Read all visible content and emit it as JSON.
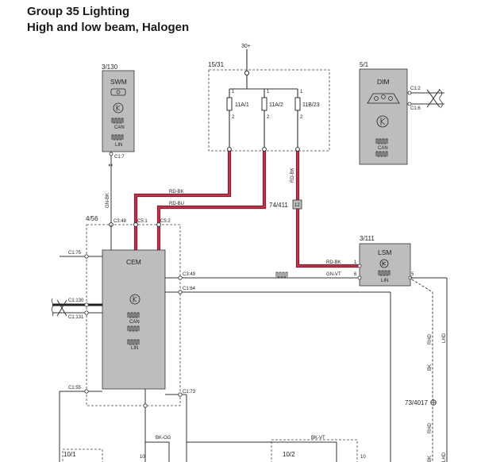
{
  "header": {
    "title": "Group 35 Lighting",
    "subtitle": "High and low beam, Halogen"
  },
  "colors": {
    "wire_power": "#c4314b",
    "wire_power_outline": "#6b1422",
    "wire_signal": "#333333",
    "module_fill": "#bdbdbd",
    "dashed": "#444444"
  },
  "diagram": {
    "supply": {
      "label": "30+"
    },
    "fuse_box": {
      "ref": "15/31",
      "fuses": [
        {
          "label": "11A/1",
          "pin_top": "1",
          "pin_bottom": "2"
        },
        {
          "label": "11A/2",
          "pin_top": "1",
          "pin_bottom": "2"
        },
        {
          "label": "11B/23",
          "pin_top": "1",
          "pin_bottom": "2"
        }
      ]
    },
    "swm": {
      "ref": "3/130",
      "name": "SWM",
      "connector": "C1:7",
      "wire": "GN-BK",
      "can": "CAN",
      "lin": "LIN"
    },
    "dim": {
      "ref": "5/1",
      "name": "DIM",
      "conn_top": "C1:2",
      "conn_bottom": "C1:6",
      "can": "CAN"
    },
    "cem": {
      "group_ref": "4/56",
      "name": "CEM",
      "conn_c348": "C3:48",
      "conn_c51": "C5:1",
      "conn_c52": "C5:2",
      "conn_c175": "C1:75",
      "conn_c130": "C1:130",
      "conn_c131": "C1:131",
      "conn_c349": "C3:49",
      "conn_c164": "C1:64",
      "conn_c155": "C1:55",
      "conn_c173": "C1:73",
      "can": "CAN",
      "lin": "LIN"
    },
    "wires": {
      "rd_bk_1": "RD-BK",
      "rd_bu": "RD-BU",
      "rd_bk_vertical": "RD-BK",
      "rd_bk_lsm": "RD-BK",
      "gn_vt": "GN-VT",
      "bk_og": "BK-OG",
      "bk_vt": "BK-VT",
      "bk_right": "BK",
      "rhd_1": "RHD",
      "lhd_1": "LHD",
      "rhd_2": "RHD",
      "lhd_2": "LHD"
    },
    "splice": {
      "ref": "74/411",
      "pin": "12"
    },
    "lsm": {
      "ref": "3/111",
      "name": "LSM",
      "pin_1": "1",
      "pin_6": "6",
      "pin_5": "5",
      "lin": "LIN"
    },
    "ground": {
      "ref": "73/4017"
    },
    "bottom_left": {
      "ref": "10/1",
      "pin": "10"
    },
    "bottom_right": {
      "ref": "10/2",
      "pin": "10"
    }
  }
}
